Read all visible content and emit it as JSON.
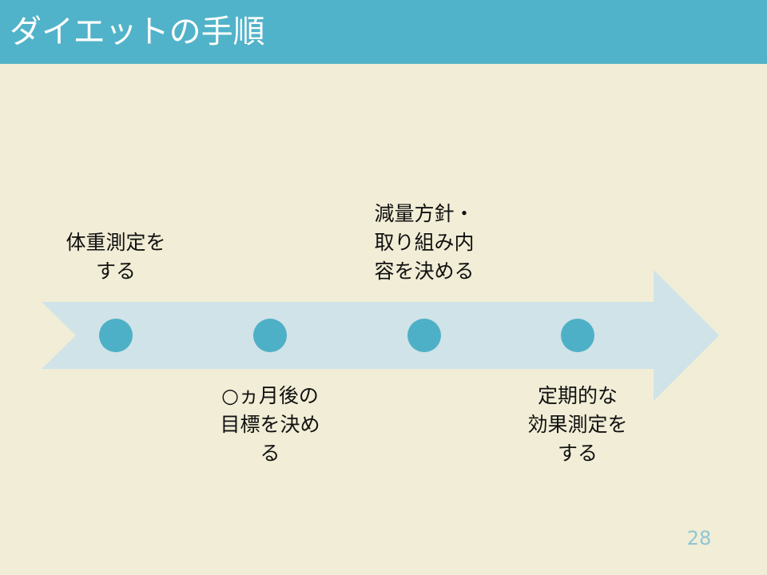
{
  "slide": {
    "title": "ダイエットの手順",
    "page_number": "28"
  },
  "colors": {
    "header": "#51b3c9",
    "background": "#f1edd6",
    "arrow": "#cfe3e8",
    "marker": "#4eb0c6",
    "page_number": "#8fc6d4"
  },
  "steps": [
    {
      "lines": [
        "体重測定を",
        "する"
      ]
    },
    {
      "lines": [
        "○ヵ月後の",
        "目標を決め",
        "る"
      ]
    },
    {
      "lines": [
        "減量方針・",
        "取り組み内",
        "容を決める"
      ]
    },
    {
      "lines": [
        "定期的な",
        "効果測定を",
        "する"
      ]
    }
  ]
}
